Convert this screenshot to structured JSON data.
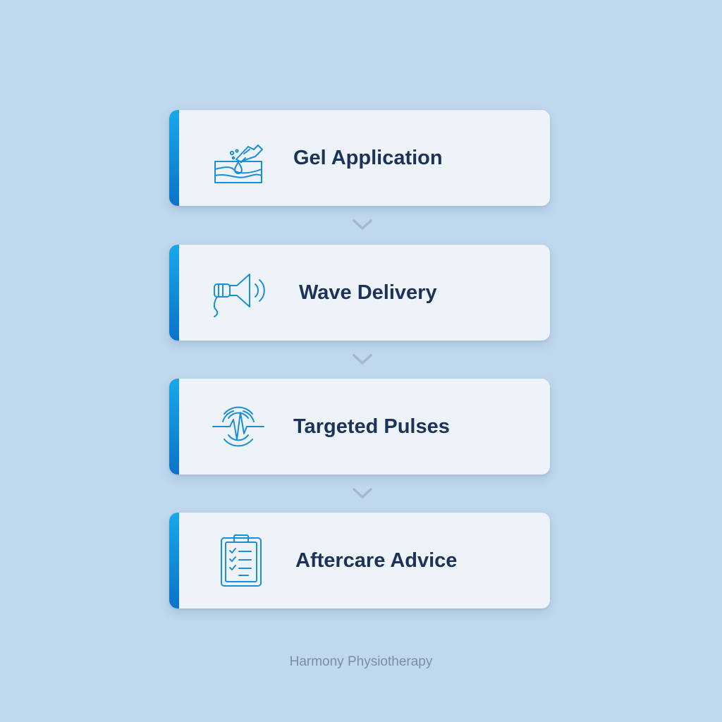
{
  "steps": [
    {
      "label": "Gel Application",
      "icon": "gel-application-icon"
    },
    {
      "label": "Wave Delivery",
      "icon": "wave-delivery-icon"
    },
    {
      "label": "Targeted Pulses",
      "icon": "targeted-pulses-icon"
    },
    {
      "label": "Aftercare Advice",
      "icon": "clipboard-checklist-icon"
    }
  ],
  "footer": {
    "text": "Harmony Physiotherapy"
  },
  "colors": {
    "background": "#c0d8ee",
    "card": "#eef3f9",
    "accent": "#0a73c9",
    "icon": "#1a8fd8",
    "text": "#1b3358",
    "footer": "#7d8da0",
    "chevron": "#aab7c6"
  }
}
